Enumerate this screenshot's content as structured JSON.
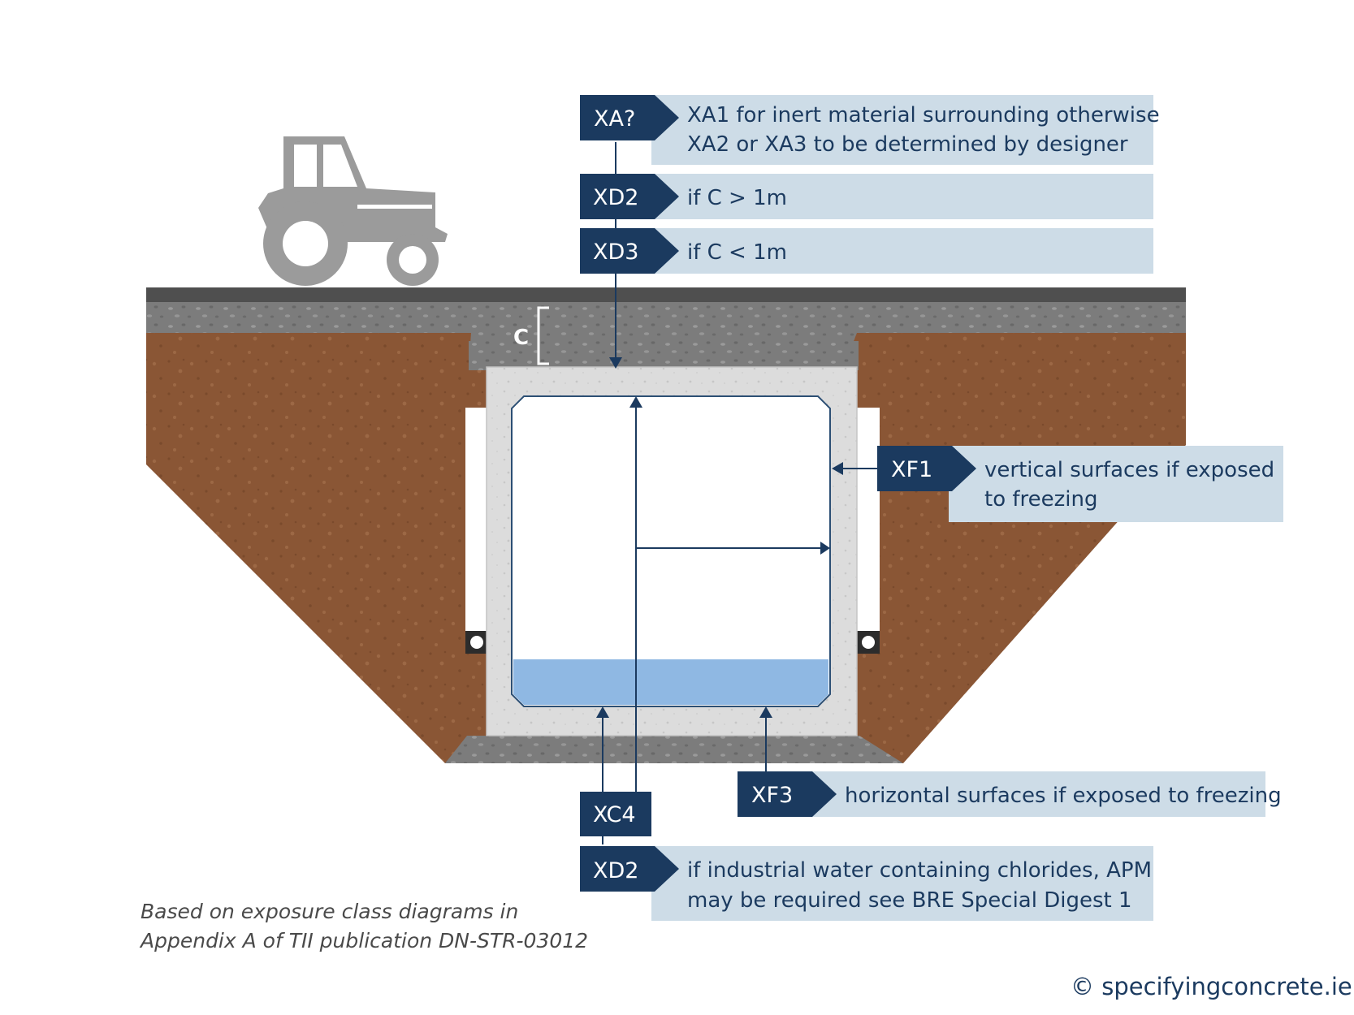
{
  "labels": {
    "xa": {
      "tag": "XA?",
      "line1": "XA1 for inert material surrounding otherwise",
      "line2": "XA2 or XA3 to be determined by designer"
    },
    "xd2_top": {
      "tag": "XD2",
      "text": "if C > 1m"
    },
    "xd3": {
      "tag": "XD3",
      "text": "if C < 1m"
    },
    "xf1": {
      "tag": "XF1",
      "line1": "vertical surfaces if exposed",
      "line2": "to freezing"
    },
    "xf3": {
      "tag": "XF3",
      "text": "horizontal surfaces if exposed to freezing"
    },
    "xc4": {
      "tag": "XC4"
    },
    "xd2_bottom": {
      "tag": "XD2",
      "line1": "if industrial water containing chlorides, APM",
      "line2": "may be required see BRE Special Digest 1"
    }
  },
  "cover_label": "C",
  "note": {
    "line1": "Based on exposure class diagrams in",
    "line2": "Appendix A of TII publication DN-STR-03012"
  },
  "copyright": "© specifyingconcrete.ie",
  "colors": {
    "navy": "#1b3a5f",
    "light_box": "#cddce7",
    "soil": "#8a5635",
    "fill_gray": "#7c7c7c",
    "road": "#4f4f4f",
    "concrete": "#dcdcdc",
    "water": "#8fb8e3",
    "tractor": "#9b9b9b"
  },
  "icons": [
    "tractor-icon"
  ]
}
